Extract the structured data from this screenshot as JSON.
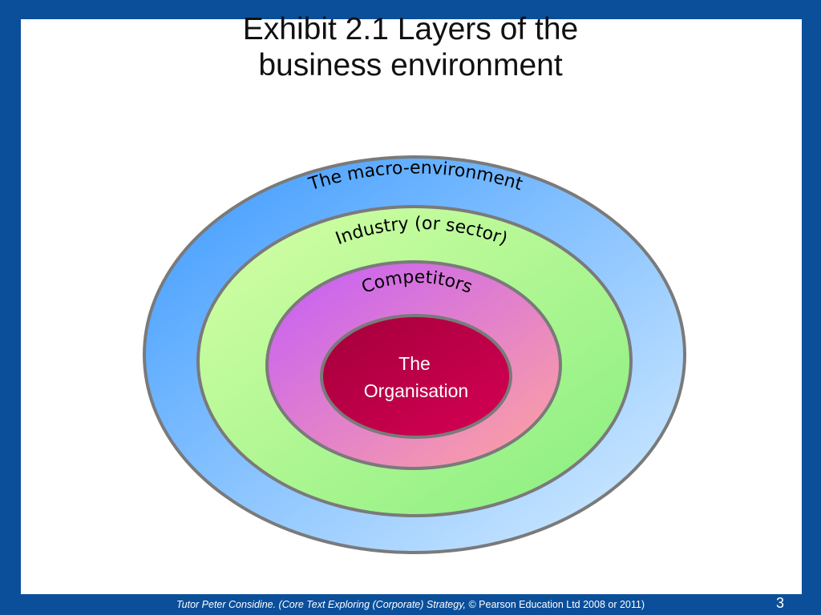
{
  "title": {
    "line1": "Exhibit 2.1 Layers of the",
    "line2": "business environment"
  },
  "layers": {
    "macro": "The macro-environment",
    "industry": "Industry (or sector)",
    "competitors": "Competitors",
    "organisation_line1": "The",
    "organisation_line2": "Organisation"
  },
  "footer": {
    "italic_text": "Tutor Peter Considine. (Core Text Exploring (Corporate) Strategy,",
    "plain_text": " © Pearson Education Ltd 2008 or 2011)",
    "page_number": "3"
  },
  "colors": {
    "border_blue": "#0b4f9a",
    "macro_light": "#cfe8ff",
    "macro_dark": "#3b99ff",
    "industry_light": "#d2ff9a",
    "industry_dark": "#8cf082",
    "competitors_light": "#ff9ea0",
    "competitors_dark": "#c95df7",
    "organisation": "#c20050"
  }
}
